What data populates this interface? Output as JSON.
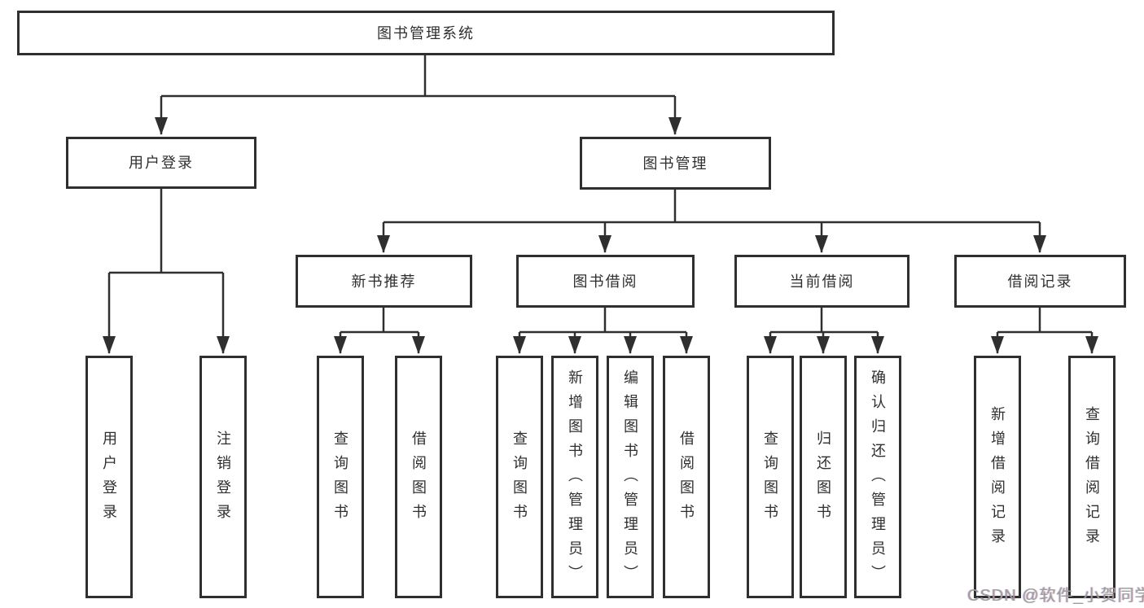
{
  "diagram": {
    "root": {
      "label": "图书管理系统"
    },
    "level2": {
      "user_login": {
        "label": "用户登录"
      },
      "book_mgmt": {
        "label": "图书管理"
      }
    },
    "level3": {
      "new_book_rec": {
        "label": "新书推荐"
      },
      "book_borrow": {
        "label": "图书借阅"
      },
      "current_borrow": {
        "label": "当前借阅"
      },
      "borrow_record": {
        "label": "借阅记录"
      }
    },
    "leaves": {
      "user_login": {
        "label": "用户登录"
      },
      "logout": {
        "label": "注销登录"
      },
      "rec_query": {
        "label": "查询图书"
      },
      "rec_borrow": {
        "label": "借阅图书"
      },
      "bb_query": {
        "label": "查询图书"
      },
      "bb_add": {
        "label": "新增图书（管理员）"
      },
      "bb_edit": {
        "label": "编辑图书（管理员）"
      },
      "bb_borrow": {
        "label": "借阅图书"
      },
      "cb_query": {
        "label": "查询图书"
      },
      "cb_return": {
        "label": "归还图书"
      },
      "cb_confirm": {
        "label": "确认归还（管理员）"
      },
      "br_add": {
        "label": "新增借阅记录"
      },
      "br_query": {
        "label": "查询借阅记录"
      }
    }
  },
  "watermark": {
    "text": "CSDN @软件_小贺同学"
  },
  "colors": {
    "line": "#2f2f2f",
    "background": "#ffffff",
    "watermark": "#9d9d9d"
  }
}
